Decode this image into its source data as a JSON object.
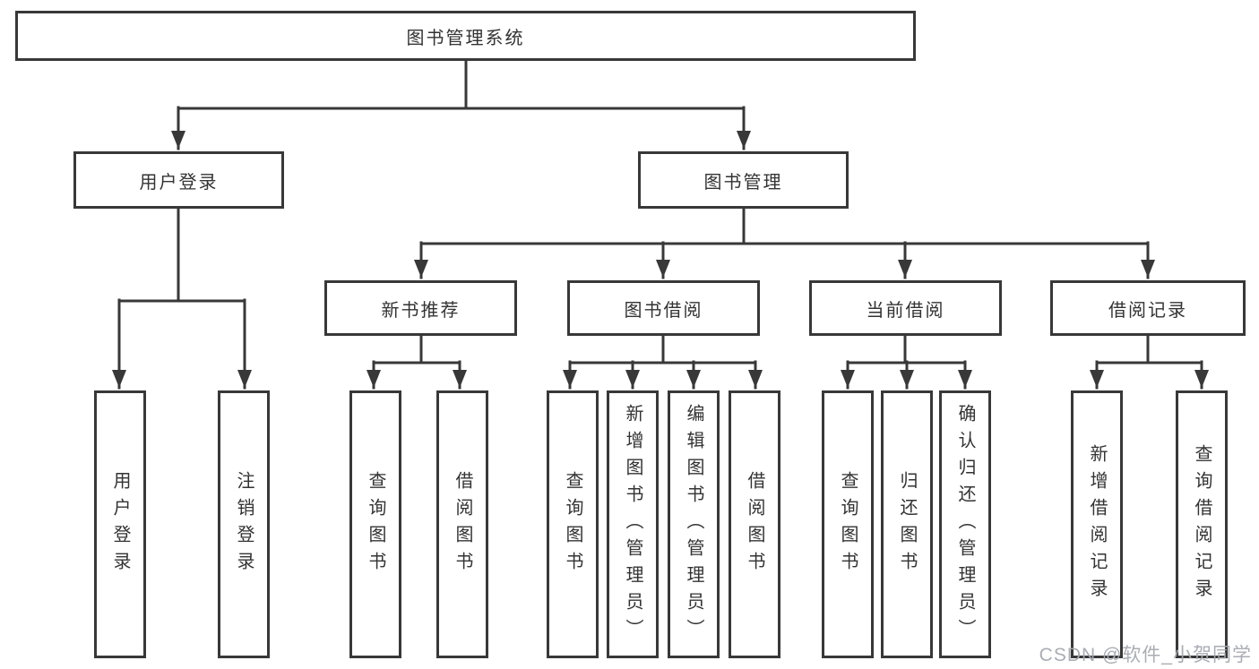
{
  "diagram": {
    "title": "图书管理系统",
    "colors": {
      "line": "#383838",
      "text": "#333333",
      "box_background": "#ffffff",
      "watermark": "#a4a9b0"
    },
    "tree": {
      "label": "图书管理系统",
      "children": [
        {
          "label": "用户登录",
          "children": [
            {
              "label": "用户登录"
            },
            {
              "label": "注销登录"
            }
          ]
        },
        {
          "label": "图书管理",
          "children": [
            {
              "label": "新书推荐",
              "children": [
                {
                  "label": "查询图书"
                },
                {
                  "label": "借阅图书"
                }
              ]
            },
            {
              "label": "图书借阅",
              "children": [
                {
                  "label": "查询图书"
                },
                {
                  "label": "新增图书（管理员）"
                },
                {
                  "label": "编辑图书（管理员）"
                },
                {
                  "label": "借阅图书"
                }
              ]
            },
            {
              "label": "当前借阅",
              "children": [
                {
                  "label": "查询图书"
                },
                {
                  "label": "归还图书"
                },
                {
                  "label": "确认归还（管理员）"
                }
              ]
            },
            {
              "label": "借阅记录",
              "children": [
                {
                  "label": "新增借阅记录"
                },
                {
                  "label": "查询借阅记录"
                }
              ]
            }
          ]
        }
      ]
    },
    "watermark": {
      "text": "CSDN @软件_小贺同学"
    }
  }
}
